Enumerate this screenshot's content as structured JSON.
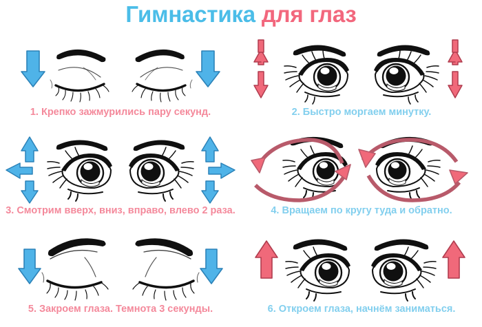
{
  "title": {
    "part_blue": "Гимнастика",
    "part_red": "для глаз"
  },
  "colors": {
    "title_blue": "#4BBDE8",
    "title_red": "#F2677D",
    "caption_blue": "#82CFEE",
    "caption_red": "#F4899B",
    "arrow_blue_fill": "#4FB3E8",
    "arrow_blue_stroke": "#2C82B8",
    "arrow_red_fill": "#F0697A",
    "arrow_red_stroke": "#B03C4E",
    "line_black": "#101010",
    "background": "#FFFFFF"
  },
  "exercises": [
    {
      "number": "1.",
      "caption": "1. Крепко зажмурились пару секунд.",
      "caption_color": "red",
      "eye_state": "squeezed-shut",
      "arrows": [
        "down-left-blue",
        "down-right-blue"
      ],
      "arrow_color": "blue"
    },
    {
      "number": "2.",
      "caption": "2. Быстро моргаем минутку.",
      "caption_color": "blue",
      "eye_state": "open",
      "arrows": [
        "up-down-left-red",
        "up-down-right-red"
      ],
      "arrow_color": "red"
    },
    {
      "number": "3.",
      "caption": "3. Смотрим вверх, вниз, вправо, влево 2 раза.",
      "caption_color": "red",
      "eye_state": "open",
      "arrows": [
        "up-blue",
        "down-blue",
        "left-blue",
        "right-blue"
      ],
      "arrow_color": "blue"
    },
    {
      "number": "4.",
      "caption": "4. Вращаем по кругу туда и обратно.",
      "caption_color": "blue",
      "eye_state": "open",
      "arrows": [
        "circular-left-red",
        "circular-right-red"
      ],
      "arrow_color": "red"
    },
    {
      "number": "5.",
      "caption": "5. Закроем глаза. Темнота 3 секунды.",
      "caption_color": "red",
      "eye_state": "closed",
      "arrows": [
        "down-left-blue",
        "down-right-blue"
      ],
      "arrow_color": "blue"
    },
    {
      "number": "6.",
      "caption": "6. Откроем глаза, начнём заниматься.",
      "caption_color": "blue",
      "eye_state": "open",
      "arrows": [
        "up-left-red",
        "up-right-red"
      ],
      "arrow_color": "red"
    }
  ]
}
